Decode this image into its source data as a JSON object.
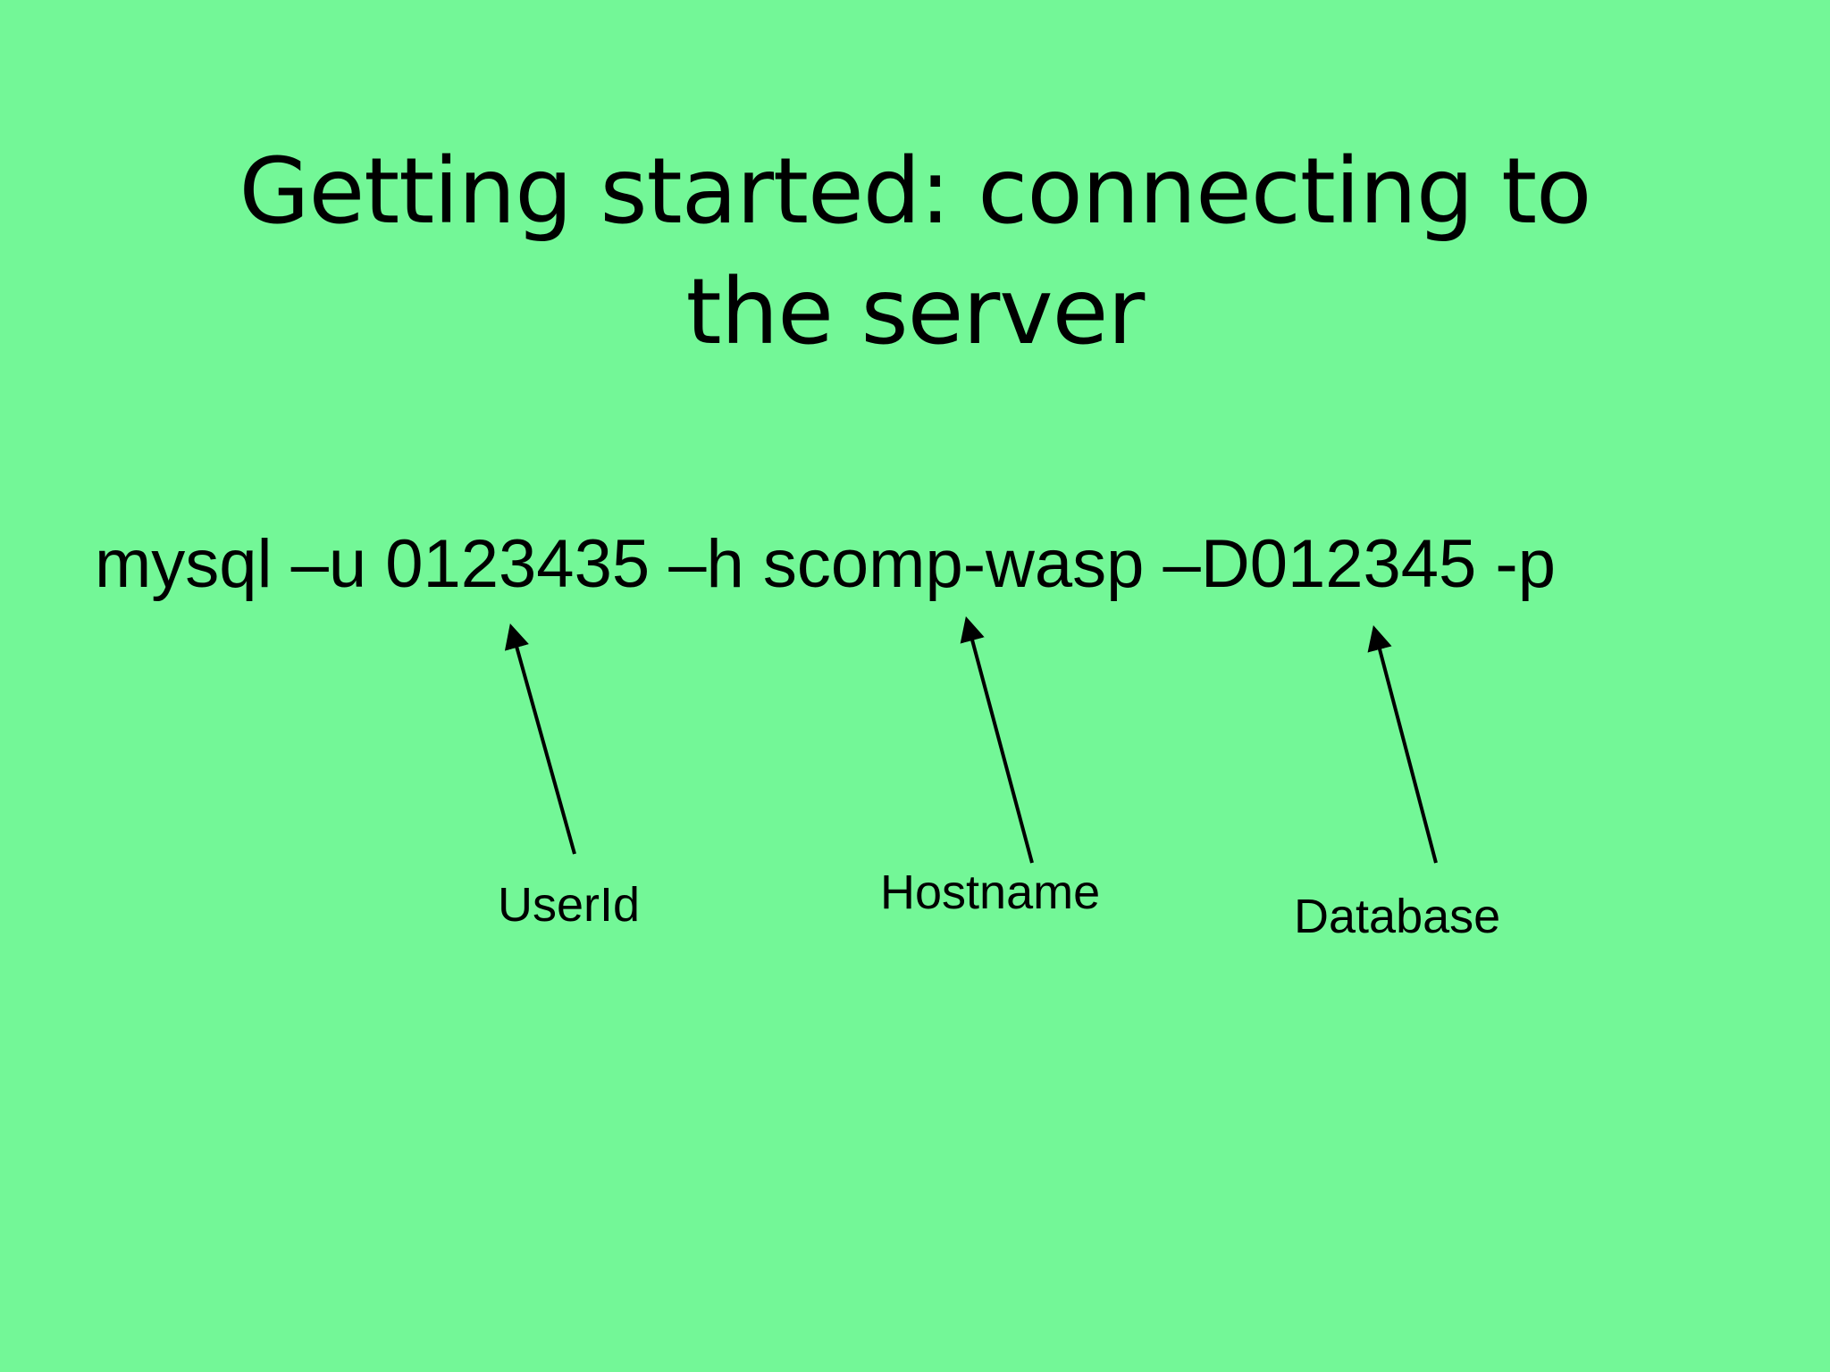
{
  "slide": {
    "background_color": "#73f797",
    "text_color": "#000000",
    "title": "Getting started: connecting to the server",
    "title_lines": [
      "Getting started: connecting to",
      "the server"
    ],
    "command": "mysql –u 0123435 –h scomp-wasp –D012345 -p",
    "callouts": [
      {
        "label": "UserId",
        "points_to": "0123435"
      },
      {
        "label": "Hostname",
        "points_to": "scomp-wasp"
      },
      {
        "label": "Database",
        "points_to": "012345"
      }
    ]
  }
}
